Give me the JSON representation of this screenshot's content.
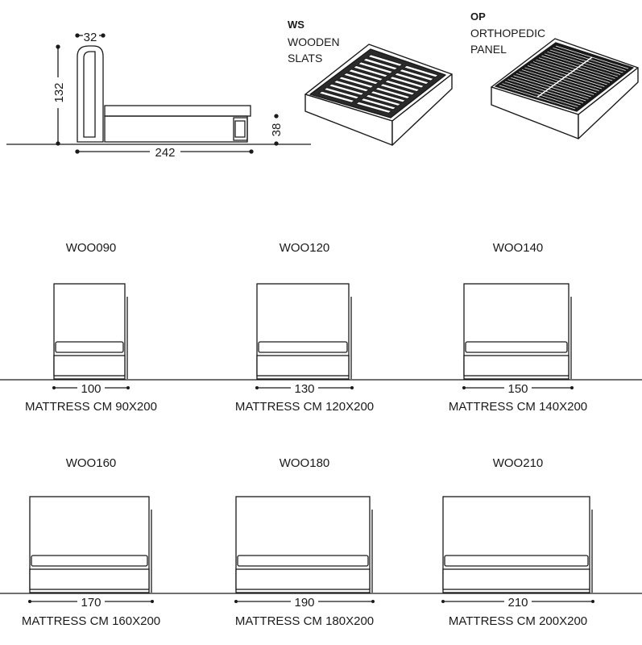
{
  "side_view": {
    "dim_top": "32",
    "dim_height": "132",
    "dim_length": "242",
    "dim_base": "38"
  },
  "bases": [
    {
      "code": "WS",
      "line1": "WOODEN",
      "line2": "SLATS"
    },
    {
      "code": "OP",
      "line1": "ORTHOPEDIC",
      "line2": "PANEL"
    }
  ],
  "models": [
    {
      "name": "WOO090",
      "width": "100",
      "mattress": "MATTRESS CM 90X200"
    },
    {
      "name": "WOO120",
      "width": "130",
      "mattress": "MATTRESS CM 120X200"
    },
    {
      "name": "WOO140",
      "width": "150",
      "mattress": "MATTRESS CM 140X200"
    },
    {
      "name": "WOO160",
      "width": "170",
      "mattress": "MATTRESS CM 160X200"
    },
    {
      "name": "WOO180",
      "width": "190",
      "mattress": "MATTRESS CM 180X200"
    },
    {
      "name": "WOO210",
      "width": "210",
      "mattress": "MATTRESS CM 200X200"
    }
  ]
}
